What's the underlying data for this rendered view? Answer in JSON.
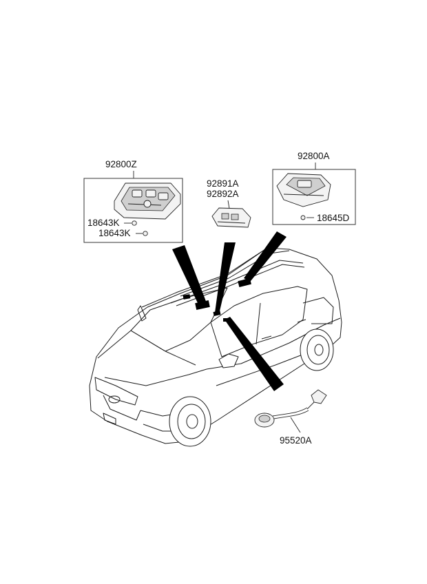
{
  "parts": {
    "p92800Z": "92800Z",
    "p92891A": "92891A",
    "p92892A": "92892A",
    "p92800A": "92800A",
    "p18643K_1": "18643K",
    "p18643K_2": "18643K",
    "p18645D": "18645D",
    "p95520A": "95520A"
  }
}
